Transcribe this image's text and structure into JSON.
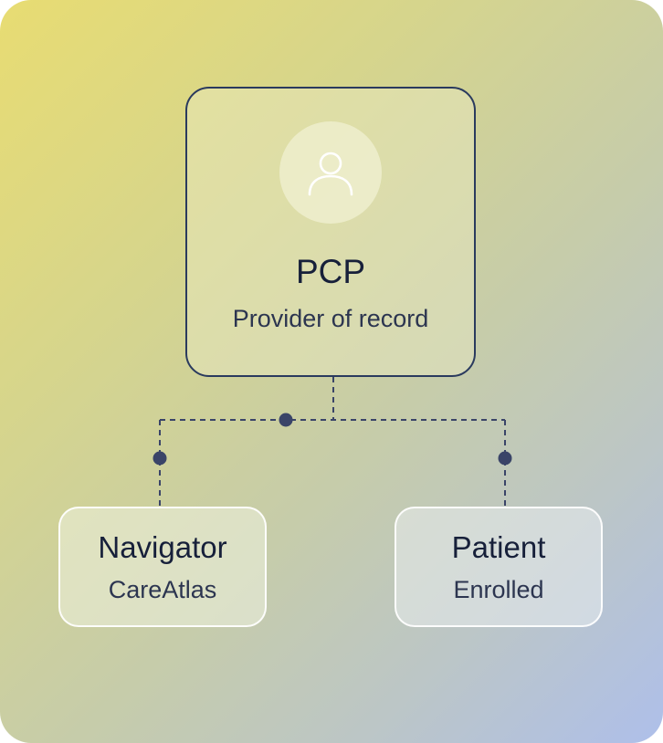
{
  "diagram": {
    "root": {
      "title": "PCP",
      "subtitle": "Provider of record",
      "icon": "user-icon"
    },
    "children": [
      {
        "title": "Navigator",
        "subtitle": "CareAtlas"
      },
      {
        "title": "Patient",
        "subtitle": "Enrolled"
      }
    ],
    "colors": {
      "line": "#3a4468",
      "root_border": "#2a3a5e",
      "text": "#17203a",
      "gradient_start": "#e8dc72",
      "gradient_end": "#aebfea"
    }
  }
}
